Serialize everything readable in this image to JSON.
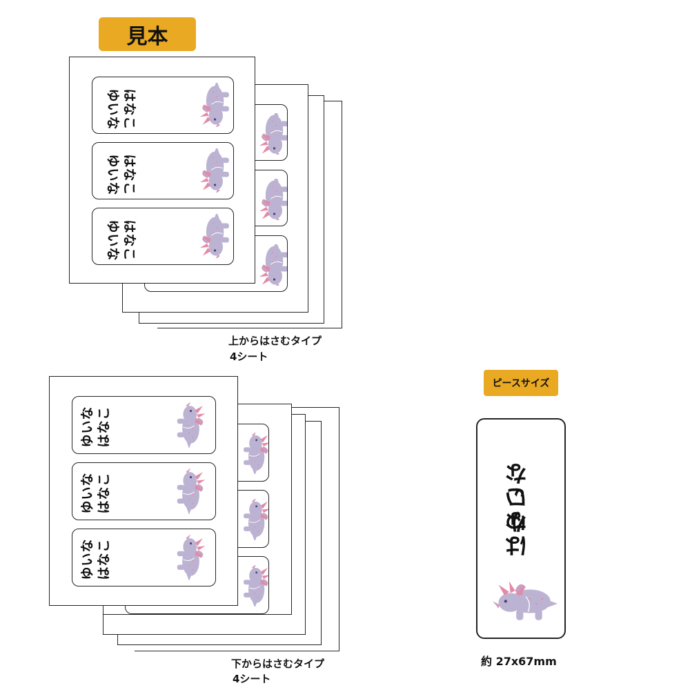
{
  "sample_badge": "見本",
  "piece_badge": "ピースサイズ",
  "top_type": {
    "title": "上からはさむタイプ",
    "count": "4シート"
  },
  "bottom_type": {
    "title": "下からはさむタイプ",
    "count": "4シート"
  },
  "label_name": {
    "first": "ゆいな",
    "last": "はなこ"
  },
  "piece_size": "約 27x67mm",
  "colors": {
    "accent": "#e9a923",
    "dino_body": "#bcb3d3",
    "dino_horn": "#e38aa6",
    "border": "#222222"
  },
  "icons": [
    "triceratops-icon"
  ]
}
